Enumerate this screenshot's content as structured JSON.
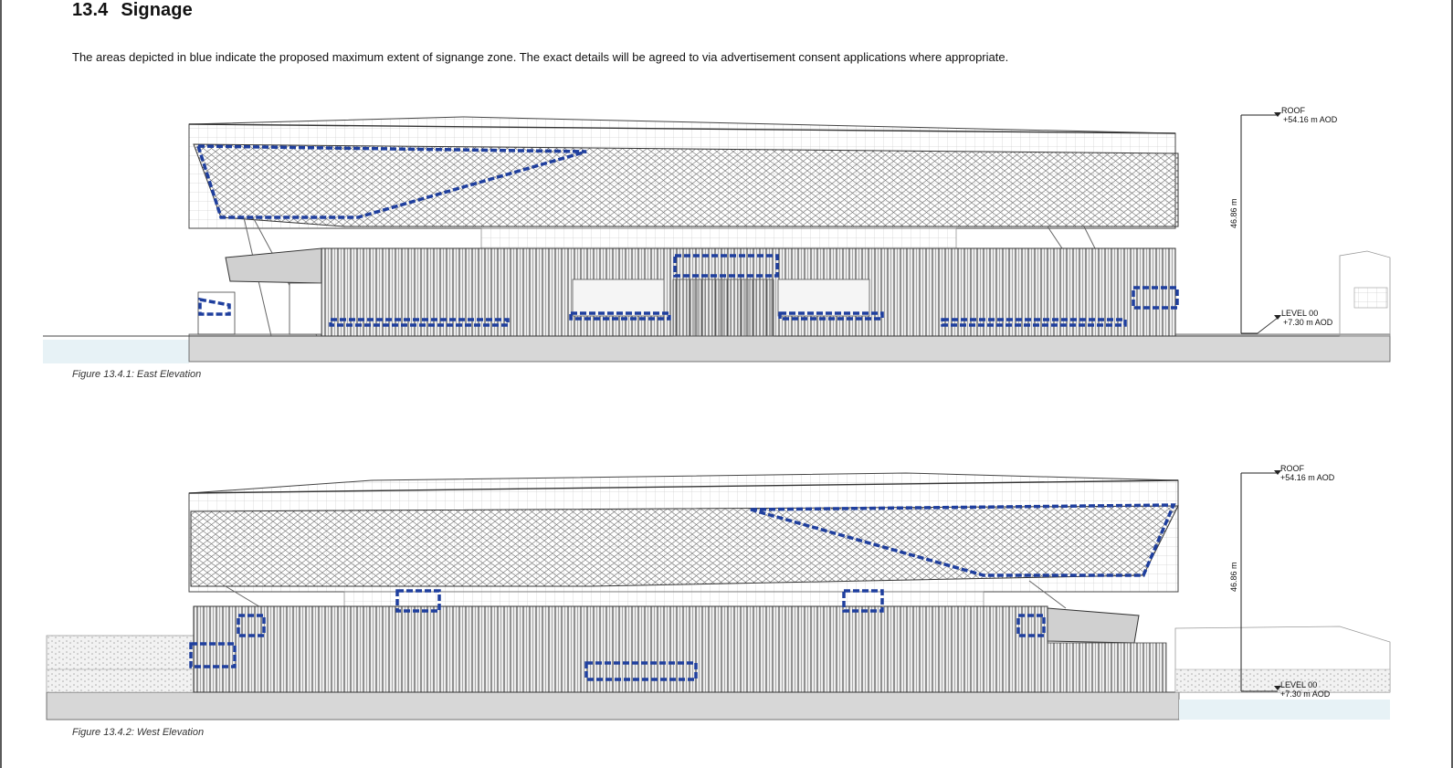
{
  "section": {
    "number": "13.4",
    "title": "Signage"
  },
  "intro_text": "The areas depicted in blue indicate the proposed maximum extent of signange zone. The exact details will be agreed to via advertisement consent applications where appropriate.",
  "figures": [
    {
      "caption": "Figure 13.4.1: East Elevation",
      "roof_label": "ROOF",
      "roof_value": "+54.16 m AOD",
      "level_label": "LEVEL 00",
      "level_value": "+7.30 m AOD",
      "height_dimension": "46.86 m"
    },
    {
      "caption": "Figure 13.4.2: West Elevation",
      "roof_label": "ROOF",
      "roof_value": "+54.16 m AOD",
      "level_label": "LEVEL 00",
      "level_value": "+7.30 m AOD",
      "height_dimension": "46.86 m"
    }
  ],
  "colors": {
    "signage_zone": "#1f3f9e",
    "ground": "#d9d9d9",
    "water": "#e6f2f5",
    "facade_line": "#555555"
  }
}
